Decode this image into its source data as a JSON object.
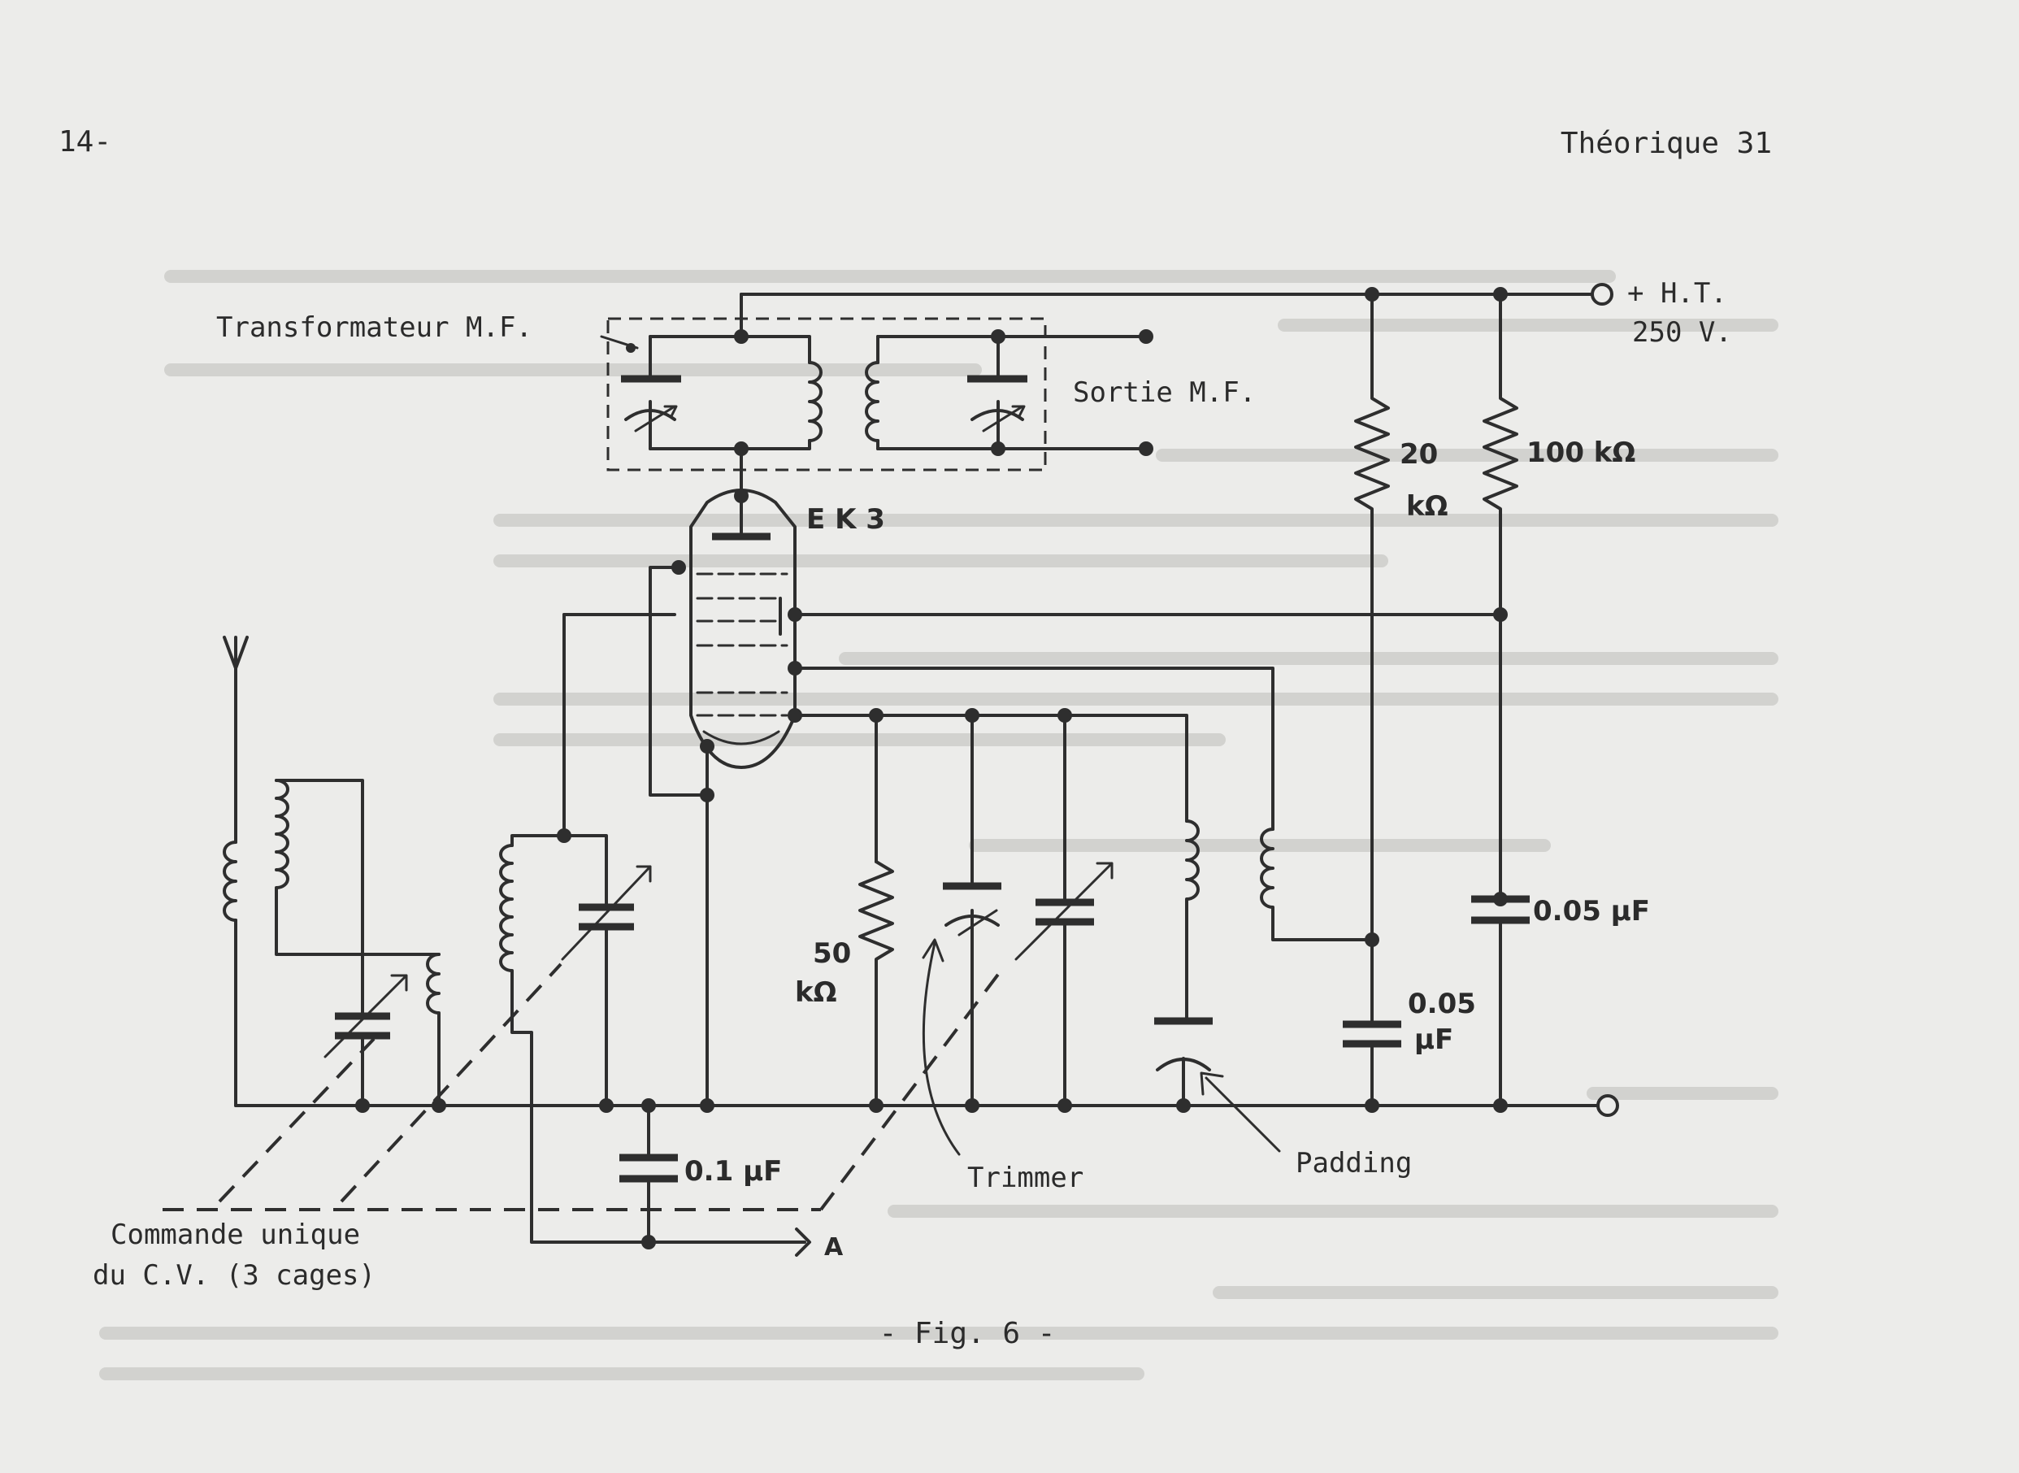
{
  "header": {
    "page_number": "14-",
    "section": "Théorique 31"
  },
  "figure": {
    "caption": "- Fig. 6 -",
    "labels": {
      "transformer": "Transformateur M.F.",
      "output": "Sortie M.F.",
      "ht_supply": "+ H.T.",
      "ht_voltage": "250 V.",
      "tube": "E K 3",
      "r1_value": "20",
      "r1_unit": "kΩ",
      "r2": "100 kΩ",
      "r3_value": "50",
      "r3_unit": "kΩ",
      "c1": "0.05 µF",
      "c2_value": "0.05",
      "c2_unit": "µF",
      "c3": "0.1 µF",
      "trimmer": "Trimmer",
      "padding": "Padding",
      "ganged_line1": "Commande unique",
      "ganged_line2": "du C.V. (3 cages)",
      "output_a": "A"
    }
  }
}
